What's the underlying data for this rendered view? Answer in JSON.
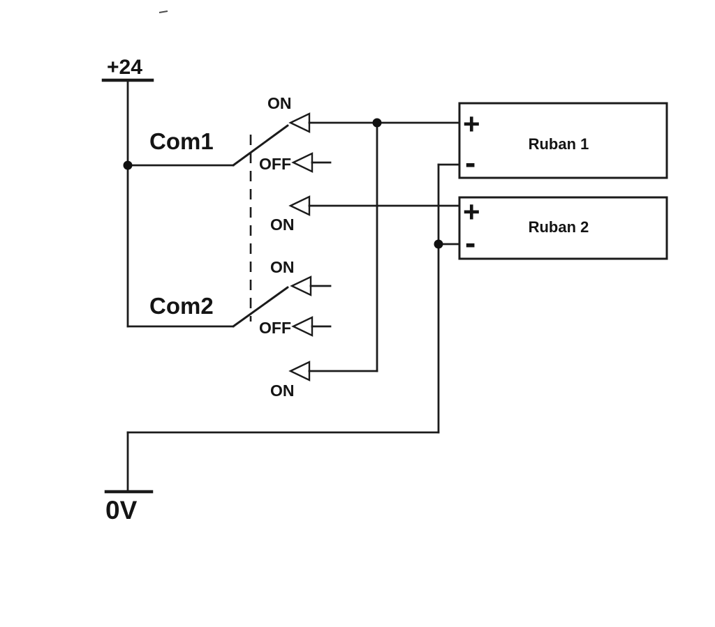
{
  "diagram": {
    "title_hint": "Two-switch wiring schematic for two LED strips",
    "supply_label": "+24",
    "ground_label": "0V",
    "switches": [
      {
        "common": "Com1",
        "positions": [
          "ON",
          "OFF",
          "ON"
        ]
      },
      {
        "common": "Com2",
        "positions": [
          "ON",
          "OFF",
          "ON"
        ]
      }
    ],
    "loads": [
      {
        "label": "Ruban 1",
        "plus": "+",
        "minus": "-"
      },
      {
        "label": "Ruban 2",
        "plus": "+",
        "minus": "-"
      }
    ],
    "colors": {
      "ink": "#1b1b1b",
      "paper": "#ffffff"
    }
  }
}
